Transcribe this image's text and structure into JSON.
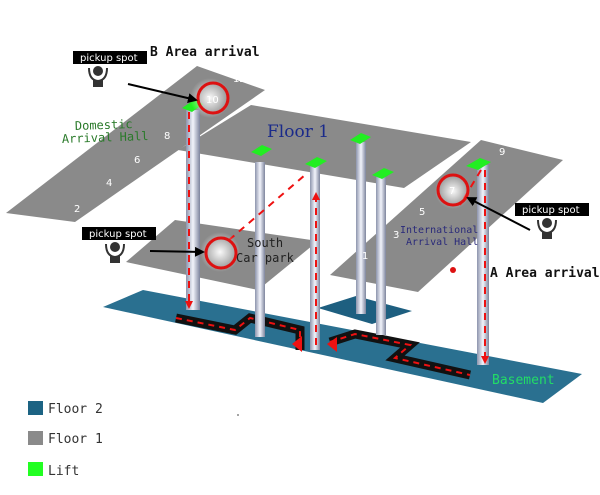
{
  "title_floor": "Floor 1",
  "labels": {
    "b_area": "B Area arrival",
    "a_area": "A Area arrival",
    "domestic": [
      "Domestic",
      "Arrival Hall"
    ],
    "international": [
      "International",
      "Arrival Hall"
    ],
    "south_car_park": [
      "South",
      "Car park"
    ],
    "basement": "Basement"
  },
  "pickup_label": "pickup spot",
  "spot_numbers": {
    "left_plate": [
      "2",
      "4",
      "6",
      "8",
      "10",
      "12"
    ],
    "right_plate": [
      "1",
      "3",
      "5",
      "7",
      "9"
    ]
  },
  "legend": [
    {
      "label": "Floor 2",
      "color": "#1c6383"
    },
    {
      "label": "Floor 1",
      "color": "#8a8a8a"
    },
    {
      "label": "Lift",
      "color": "#22ff22"
    }
  ],
  "colors": {
    "floor_plate": "#8a8a8a",
    "basement": "#2a7090",
    "lift": "#22ee22",
    "route": "#ee1111",
    "marker": "#dd1111",
    "domestic_text": "#2a7a2a",
    "international_text": "#2a2a7a",
    "basement_text": "#22dd66",
    "floor_title": "#1a2a8a"
  }
}
